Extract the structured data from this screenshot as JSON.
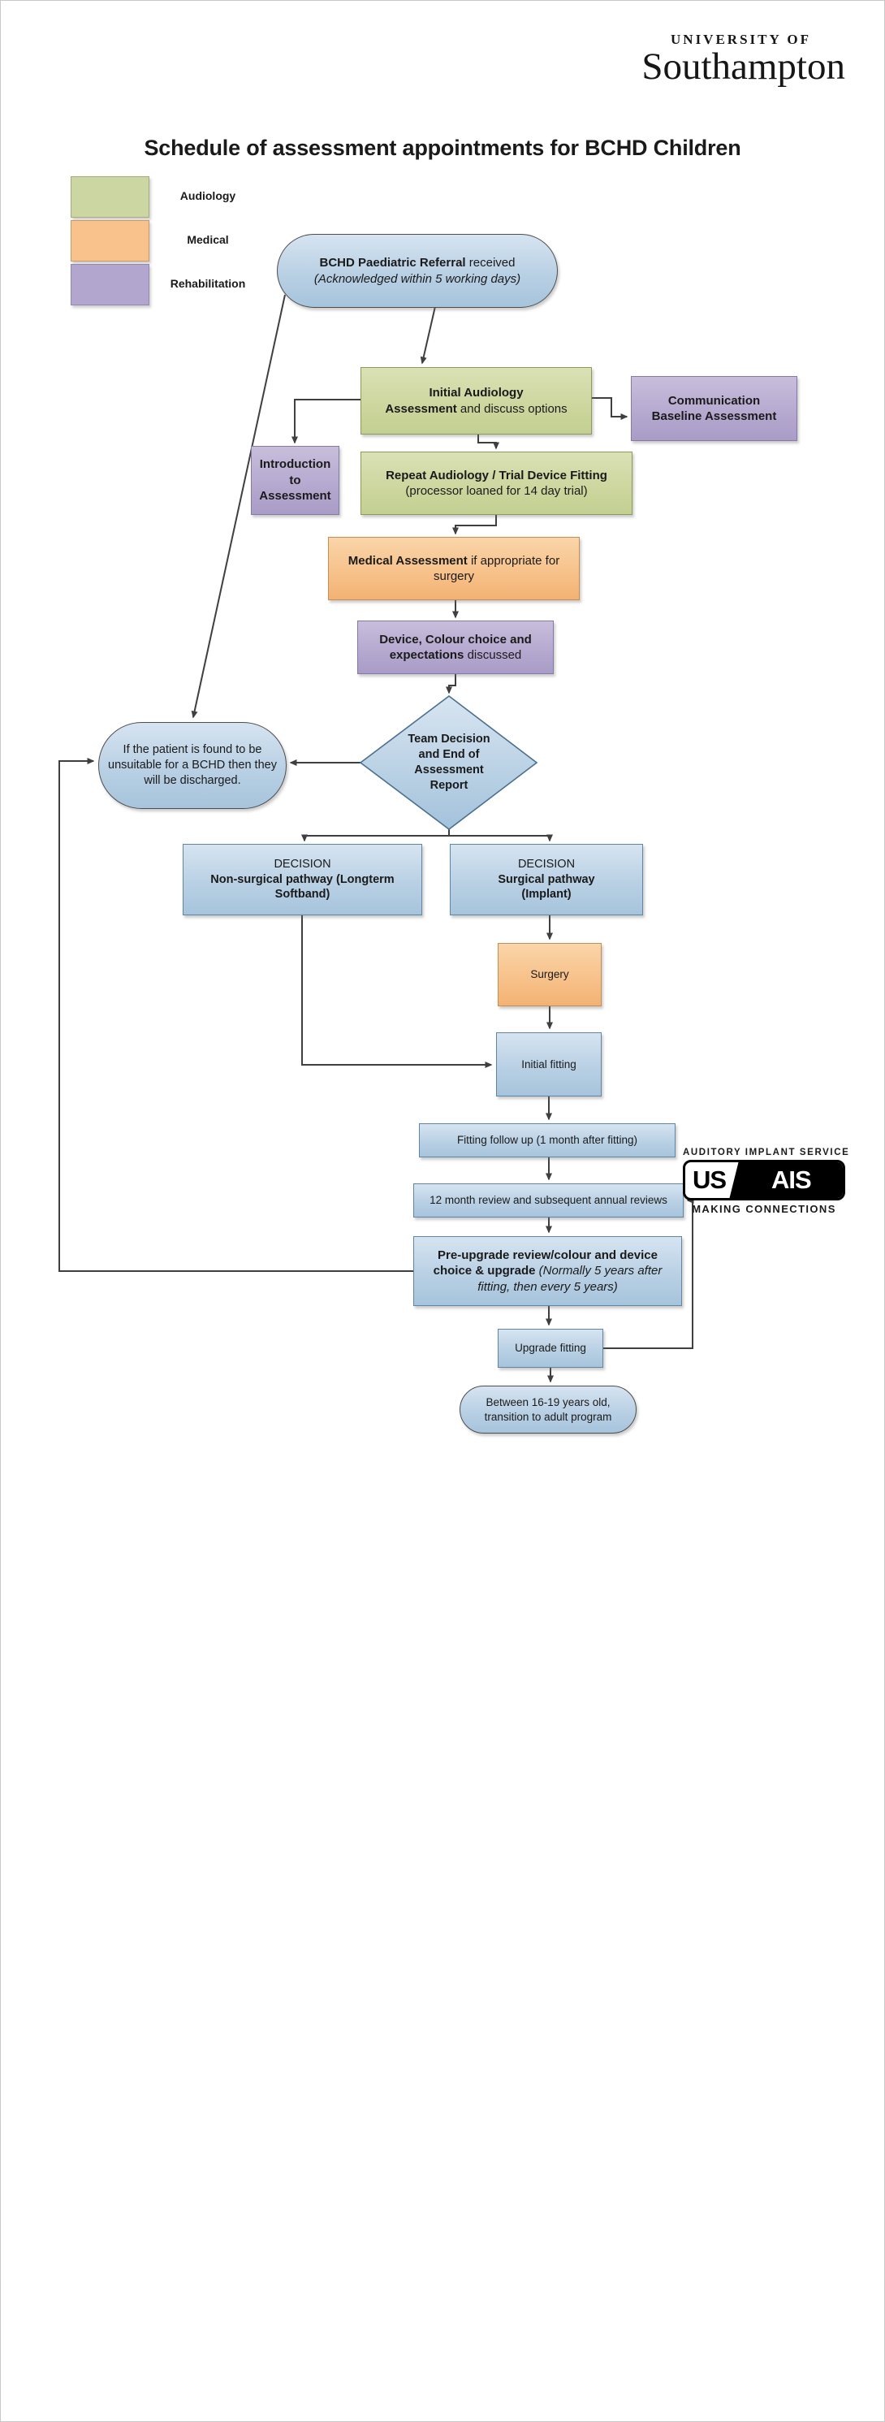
{
  "header": {
    "university_small": "UNIVERSITY OF",
    "university_large": "Southampton",
    "title": "Schedule of assessment appointments for BCHD Children"
  },
  "legend": {
    "items": [
      {
        "label": "Audiology",
        "color": "#ccd6a2"
      },
      {
        "label": "Medical",
        "color": "#f9c28c"
      },
      {
        "label": "Rehabilitation",
        "color": "#b2a6ce"
      }
    ]
  },
  "nodes": {
    "referral": {
      "bold": "BCHD Paediatric Referral",
      "normal": " received",
      "italic": "(Acknowledged within 5 working days)"
    },
    "initial_audiology": {
      "bold1": "Initial Audiology",
      "bold2": "Assessment",
      "normal": " and discuss options"
    },
    "comm_baseline": {
      "bold": "Communication Baseline Assessment"
    },
    "intro_assessment": {
      "bold": "Introduction to Assessment"
    },
    "repeat_audiology": {
      "bold": "Repeat Audiology / Trial Device Fitting",
      "normal": "(processor loaned for 14 day trial)"
    },
    "medical": {
      "bold": "Medical Assessment",
      "normal": " if appropriate for surgery"
    },
    "device_colour": {
      "bold": "Device, Colour choice and expectations",
      "normal": " discussed"
    },
    "team_decision": {
      "bold": "Team Decision and End of Assessment Report"
    },
    "discharge": {
      "text": "If the patient is found to be unsuitable for a BCHD then they will be discharged."
    },
    "decision_nonsurgical": {
      "label": "DECISION",
      "bold": "Non-surgical pathway (Longterm Softband)"
    },
    "decision_surgical": {
      "label": "DECISION",
      "bold": "Surgical pathway (Implant)"
    },
    "surgery": {
      "text": "Surgery"
    },
    "initial_fitting": {
      "text": "Initial fitting"
    },
    "fitting_followup": {
      "text": "Fitting follow up (1 month after fitting)"
    },
    "twelve_month_review": {
      "text": "12 month review and subsequent annual reviews"
    },
    "pre_upgrade": {
      "bold": "Pre-upgrade review/colour and device choice & upgrade",
      "italic": " (Normally 5 years after fitting, then every 5 years)"
    },
    "upgrade_fitting": {
      "text": "Upgrade fitting"
    },
    "transition": {
      "text": "Between 16-19 years old, transition to adult program"
    }
  },
  "ais_logo": {
    "top": "AUDITORY IMPLANT SERVICE",
    "us": "US",
    "ais": "AIS",
    "bottom": "MAKING CONNECTIONS"
  },
  "colors": {
    "audiology_green": "#ccd6a2",
    "medical_orange": "#f9c28c",
    "rehabilitation_purple": "#b2a6ce",
    "flow_blue": "#bcd4e8",
    "connector": "#3f3f3f"
  }
}
